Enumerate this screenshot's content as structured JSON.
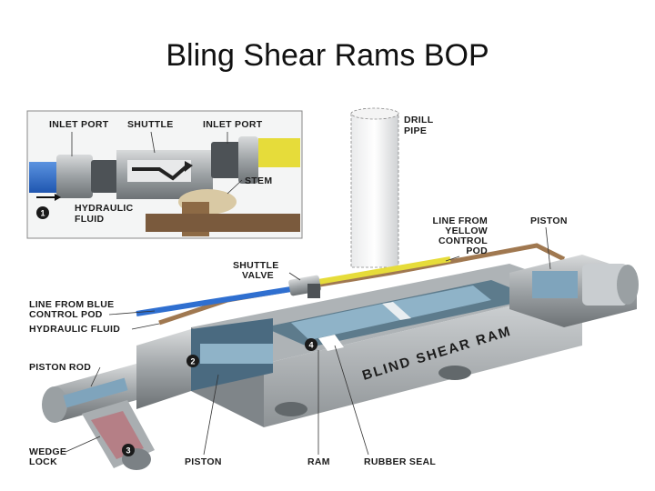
{
  "slide": {
    "title": "Bling Shear Rams BOP"
  },
  "inset": {
    "inlet_port_left": "INLET PORT",
    "shuttle": "SHUTTLE",
    "inlet_port_right": "INLET PORT",
    "stem": "STEM",
    "hydraulic_fluid": [
      "HYDRAULIC",
      "FLUID"
    ],
    "marker": "1"
  },
  "labels": {
    "drill_pipe": [
      "DRILL",
      "PIPE"
    ],
    "line_from_yellow": [
      "LINE FROM",
      "YELLOW",
      "CONTROL",
      "POD"
    ],
    "piston_top": "PISTON",
    "shuttle_valve": [
      "SHUTTLE",
      "VALVE"
    ],
    "line_from_blue": [
      "LINE FROM BLUE",
      "CONTROL POD"
    ],
    "hydraulic_fluid": "HYDRAULIC FLUID",
    "piston_rod": "PISTON ROD",
    "wedge_lock": [
      "WEDGE",
      "LOCK"
    ],
    "piston_bottom": "PISTON",
    "ram": "RAM",
    "rubber_seal": "RUBBER SEAL",
    "blind_shear_ram": "BLIND SHEAR RAM"
  },
  "markers": [
    "2",
    "3",
    "4"
  ],
  "colors": {
    "blue_line": "#2f6fd0",
    "yellow_line": "#e6dc3a",
    "hydraulic": "#a07850",
    "body_gray": "#b9bdc0",
    "inner_blue": "#8fb3c8"
  }
}
